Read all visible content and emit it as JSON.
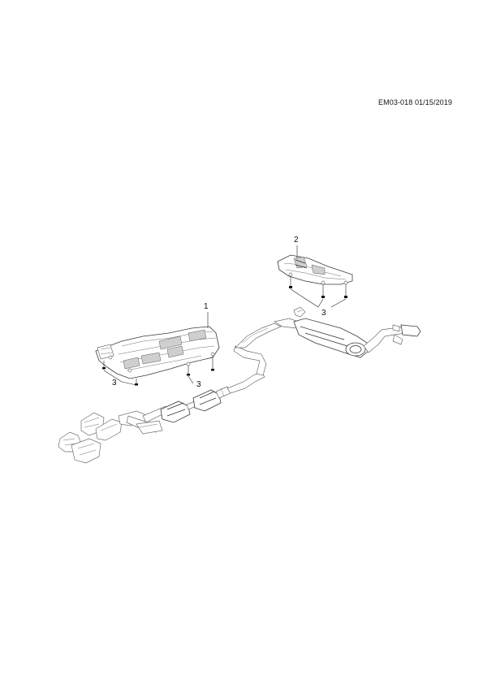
{
  "document": {
    "reference_code": "EM03-018 01/15/2019"
  },
  "callouts": {
    "heat_shield_front": "1",
    "heat_shield_rear": "2",
    "fastener_front_left": "3",
    "fastener_front_right": "3",
    "fastener_rear": "3"
  },
  "icons": {
    "fastener": "fastener-icon"
  }
}
